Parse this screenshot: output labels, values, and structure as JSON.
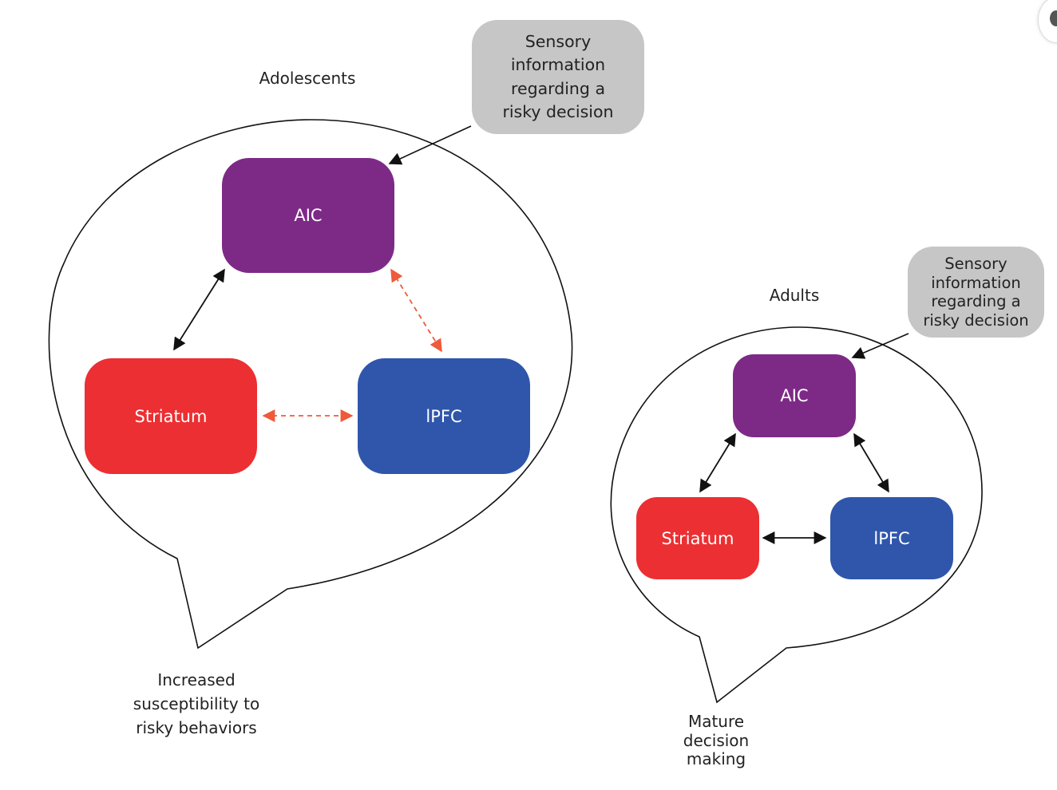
{
  "adolescents": {
    "title": "Adolescents",
    "callout": [
      "Sensory",
      "information",
      "regarding a",
      "risky decision"
    ],
    "nodes": {
      "aic": "AIC",
      "striatum": "Striatum",
      "pfc": "lPFC"
    },
    "outcome": [
      "Increased",
      "susceptibility to",
      "risky behaviors"
    ]
  },
  "adults": {
    "title": "Adults",
    "callout": [
      "Sensory",
      "information",
      "regarding a",
      "risky decision"
    ],
    "nodes": {
      "aic": "AIC",
      "striatum": "Striatum",
      "pfc": "lPFC"
    },
    "outcome": [
      "Mature",
      "decision",
      "making"
    ]
  },
  "colors": {
    "aic": "#7d2a87",
    "striatum": "#ec2f32",
    "pfc": "#2f56ab",
    "callout": "#c6c6c6",
    "weak_connection": "#ee5a3a",
    "strong_connection": "#111111"
  }
}
